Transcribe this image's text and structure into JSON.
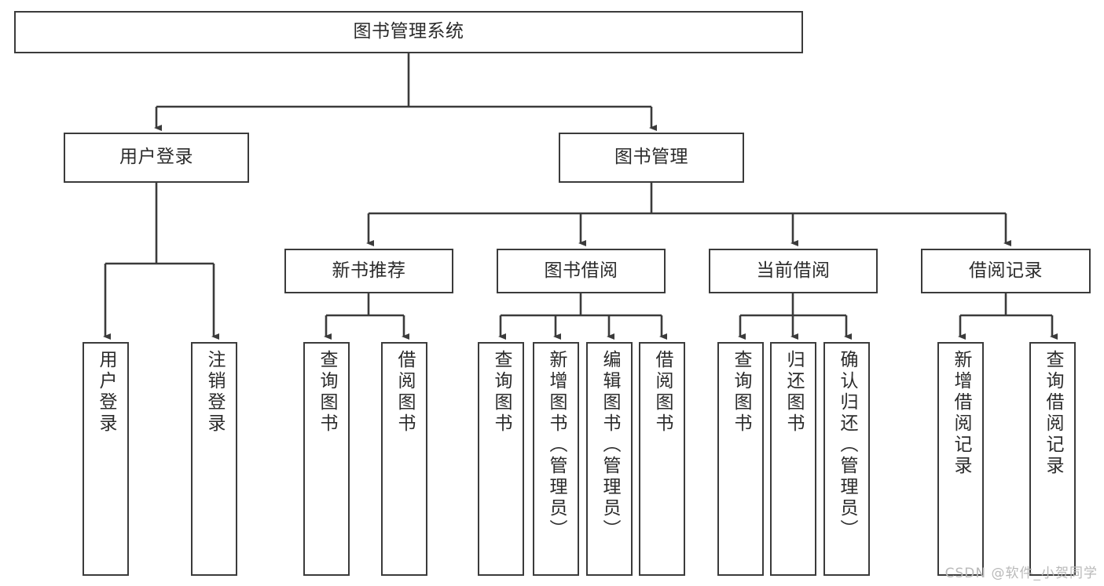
{
  "diagram": {
    "title": "图书管理系统",
    "type": "tree-hierarchy",
    "stroke_color": "#3b3b3b",
    "fill_color": "#ffffff",
    "text_color": "#2b2b2b"
  },
  "root": {
    "label": "图书管理系统"
  },
  "level2": [
    {
      "label": "用户登录"
    },
    {
      "label": "图书管理"
    }
  ],
  "level3": [
    {
      "label": "新书推荐"
    },
    {
      "label": "图书借阅"
    },
    {
      "label": "当前借阅"
    },
    {
      "label": "借阅记录"
    }
  ],
  "leaves": {
    "user_login": [
      {
        "label": "用户登录"
      },
      {
        "label": "注销登录"
      }
    ],
    "new_book_recommend": [
      {
        "label": "查询图书"
      },
      {
        "label": "借阅图书"
      }
    ],
    "book_borrow": [
      {
        "label": "查询图书"
      },
      {
        "label": "新增图书（管理员）"
      },
      {
        "label": "编辑图书（管理员）"
      },
      {
        "label": "借阅图书"
      }
    ],
    "current_borrow": [
      {
        "label": "查询图书"
      },
      {
        "label": "归还图书"
      },
      {
        "label": "确认归还（管理员）"
      }
    ],
    "borrow_records": [
      {
        "label": "新增借阅记录"
      },
      {
        "label": "查询借阅记录"
      }
    ]
  },
  "watermark": {
    "text": "CSDN @软件_小贺同学"
  }
}
